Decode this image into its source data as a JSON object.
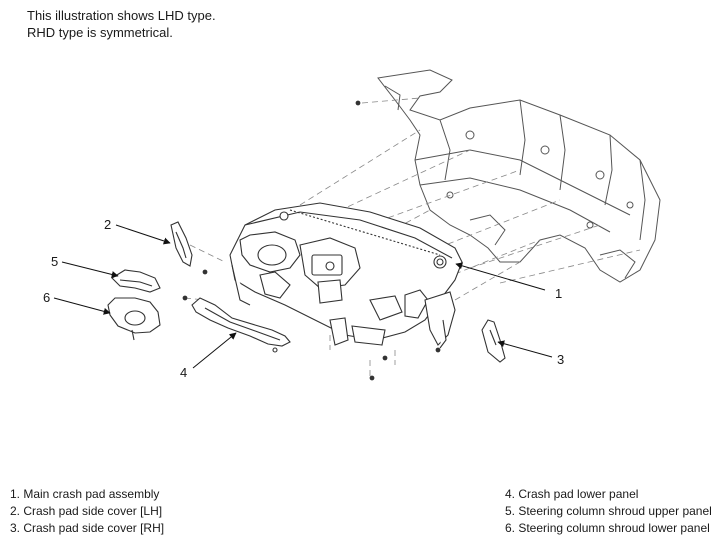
{
  "note": {
    "line1": "This illustration shows LHD type.",
    "line2": "RHD type is symmetrical."
  },
  "callouts": [
    "1",
    "2",
    "3",
    "4",
    "5",
    "6"
  ],
  "legend": {
    "left": [
      "1. Main crash pad assembly",
      "2. Crash pad side cover [LH]",
      "3. Crash pad side cover [RH]"
    ],
    "right": [
      "4. Crash pad lower panel",
      "5. Steering column shroud upper panel",
      "6. Steering column shroud lower panel"
    ]
  }
}
